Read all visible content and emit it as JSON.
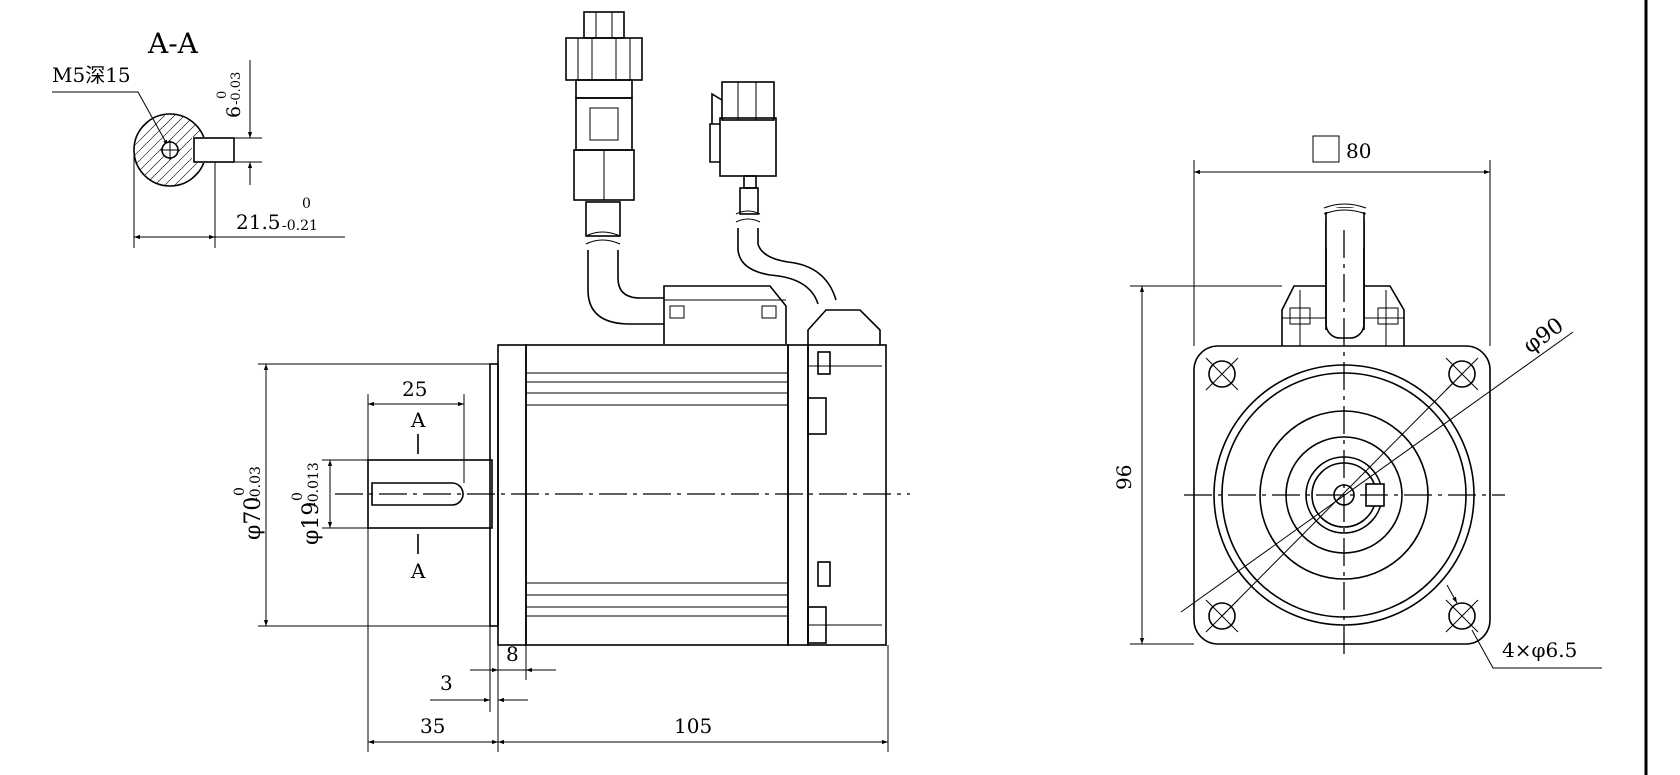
{
  "section": {
    "title": "A-A",
    "thread_note": "M5深15",
    "key_width": {
      "nominal": "6",
      "upper": "0",
      "lower": "-0.03"
    },
    "key_depth": {
      "nominal": "21.5",
      "upper": "0",
      "lower": "-0.21"
    }
  },
  "side_view": {
    "shaft_length": "25",
    "section_marker": "A",
    "pilot_dia": {
      "nominal": "φ70",
      "upper": "0",
      "lower": "-0.03"
    },
    "shaft_dia": {
      "nominal": "φ19",
      "upper": "0",
      "lower": "-0.013"
    },
    "dim_8": "8",
    "dim_3": "3",
    "dim_35": "35",
    "dim_105": "105"
  },
  "front_view": {
    "square": "80",
    "height": "96",
    "pcd": "φ90",
    "holes": "4×φ6.5"
  },
  "colors": {
    "line": "#000000",
    "background": "#ffffff"
  }
}
